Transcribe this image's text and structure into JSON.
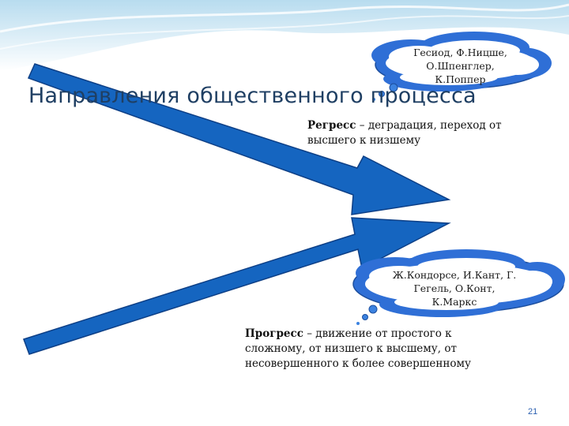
{
  "title": "Направления общественного процесса",
  "cloud_regress": {
    "line1": "Гесиод, Ф.Ницше,",
    "line2": "О.Шпенглер,",
    "line3": "К.Поппер"
  },
  "cloud_progress": {
    "line1": "Ж.Кондорсе, И.Кант, Г.",
    "line2": "Гегель, О.Конт,",
    "line3": "К.Маркс"
  },
  "regress": {
    "term": "Регресс",
    "definition": " – деградация, переход от высшего к низшему"
  },
  "progress": {
    "term": "Прогресс",
    "definition": " – движение от простого к сложному, от низшего  к высшему, от несовершенного к более совершенному"
  },
  "page_number": "21",
  "colors": {
    "arrow_fill": "#1565c0",
    "arrow_stroke": "#0d3f86",
    "cloud_fill": "#2f6fd6",
    "cloud_dots": "#3b82e0",
    "title_color": "#1f3f63"
  }
}
